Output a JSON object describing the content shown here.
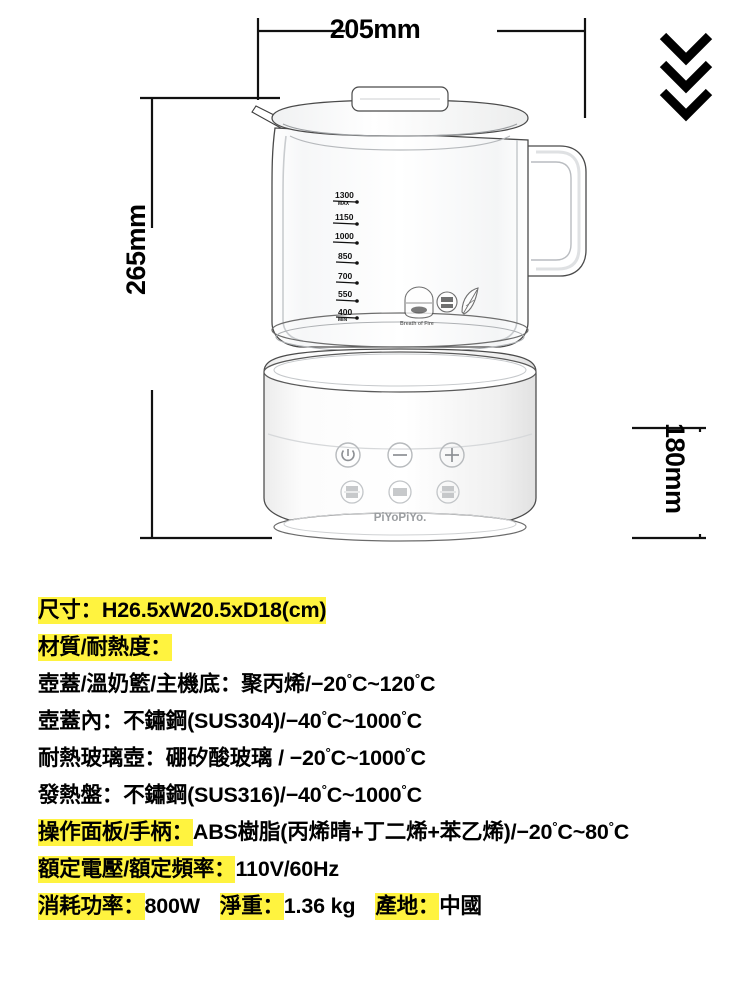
{
  "dimensions": {
    "width_label": "205mm",
    "height_label": "265mm",
    "depth_label": "180mm"
  },
  "product": {
    "brand_logo": "PiYoPiYo.",
    "scale_marks": [
      {
        "value": "1300",
        "sub": "MAX"
      },
      {
        "value": "1150",
        "sub": ""
      },
      {
        "value": "1000",
        "sub": ""
      },
      {
        "value": "850",
        "sub": ""
      },
      {
        "value": "700",
        "sub": ""
      },
      {
        "value": "550",
        "sub": ""
      },
      {
        "value": "400",
        "sub": "MIN"
      }
    ],
    "panel_buttons_top": [
      "power-icon",
      "minus-icon",
      "plus-icon"
    ],
    "panel_buttons_bottom": [
      "milk-mode-button",
      "warm-button",
      "boil-button"
    ],
    "jug_badges": [
      "basket-icon",
      "bpa-free-icon",
      "leaf-icon"
    ]
  },
  "specs": {
    "size": {
      "label": "尺寸：",
      "value": "H26.5xW20.5xD18(cm)"
    },
    "material_heading": {
      "label": "材質/耐熱度："
    },
    "rows": [
      {
        "label": "壺蓋/溫奶籃/主機底：聚丙烯/",
        "range_from": "−20",
        "range_to": "120",
        "highlight": false
      },
      {
        "label": "壺蓋內：不鏽鋼(SUS304)/",
        "range_from": "−40",
        "range_to": "1000",
        "highlight": false
      },
      {
        "label": "耐熱玻璃壺：硼矽酸玻璃 / ",
        "range_from": "−20",
        "range_to": "1000",
        "highlight": false
      },
      {
        "label": "發熱盤：不鏽鋼(SUS316)/",
        "range_from": "−40",
        "range_to": "1000",
        "highlight": false
      }
    ],
    "panel": {
      "label": "操作面板/手柄：",
      "value": "ABS樹脂(丙烯晴+丁二烯+苯乙烯)/",
      "range_from": "−20",
      "range_to": "80"
    },
    "voltage": {
      "label": "額定電壓/額定頻率：",
      "value": "110V/60Hz"
    },
    "power": {
      "label": "消耗功率：",
      "value": "800W"
    },
    "weight": {
      "label": "淨重：",
      "value": "1.36 kg"
    },
    "origin": {
      "label": "產地：",
      "value": "中國"
    },
    "degree_symbol": "°",
    "celsius": "C",
    "tilde": "~"
  },
  "colors": {
    "highlight": "#fff33f",
    "text": "#000000",
    "line": "#1a1a1a"
  }
}
